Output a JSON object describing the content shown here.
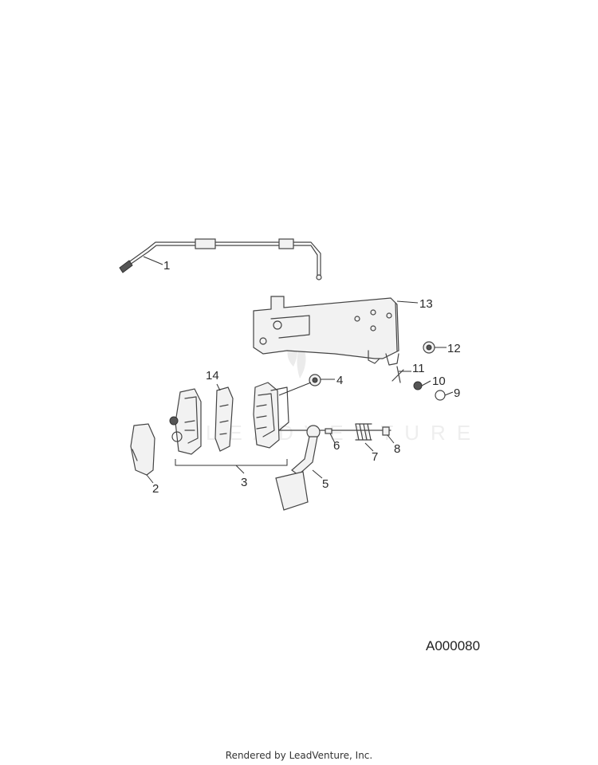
{
  "diagram": {
    "callouts": [
      "1",
      "2",
      "3",
      "4",
      "5",
      "6",
      "7",
      "8",
      "9",
      "10",
      "11",
      "12",
      "13",
      "14"
    ],
    "drawing_code": "A000080"
  },
  "footer": {
    "text": "Rendered by LeadVenture, Inc."
  }
}
